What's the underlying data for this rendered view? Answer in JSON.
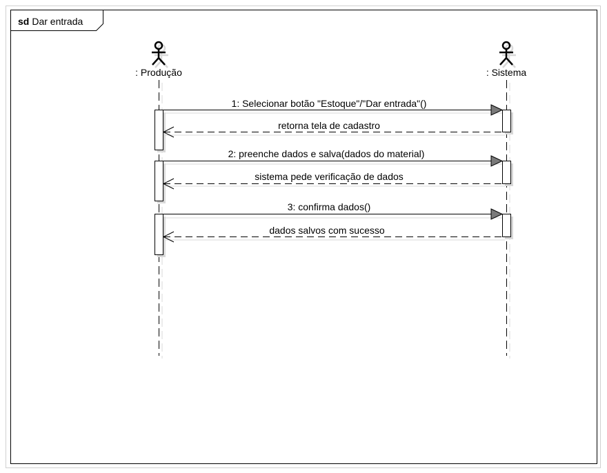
{
  "frame": {
    "keyword": "sd",
    "name": "Dar entrada"
  },
  "lifelines": [
    {
      "id": "producao",
      "label": ": Produção",
      "icon": "actor-icon"
    },
    {
      "id": "sistema",
      "label": ": Sistema",
      "icon": "actor-icon"
    }
  ],
  "messages": [
    {
      "label": "1: Selecionar botão \"Estoque\"/\"Dar entrada\"()",
      "from": "producao",
      "to": "sistema",
      "kind": "sync"
    },
    {
      "label": "retorna tela de cadastro",
      "from": "sistema",
      "to": "producao",
      "kind": "return"
    },
    {
      "label": "2: preenche dados e salva(dados do material)",
      "from": "producao",
      "to": "sistema",
      "kind": "sync"
    },
    {
      "label": "sistema pede verificação de dados",
      "from": "sistema",
      "to": "producao",
      "kind": "return"
    },
    {
      "label": "3: confirma dados()",
      "from": "producao",
      "to": "sistema",
      "kind": "sync"
    },
    {
      "label": "dados salvos com sucesso",
      "from": "sistema",
      "to": "producao",
      "kind": "return"
    }
  ],
  "colors": {
    "line": "#000000",
    "shadow": "#d8d8d8",
    "arrowhead": "#7a7a7a"
  }
}
